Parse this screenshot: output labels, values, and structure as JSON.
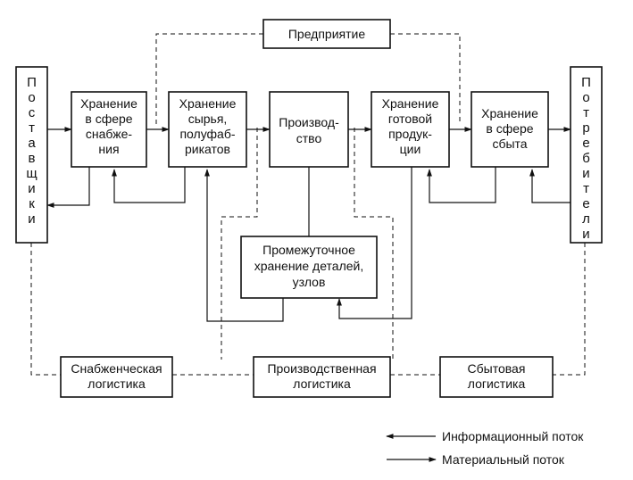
{
  "enterprise": "Предприятие",
  "suppliers": "Поставщики",
  "consumers": "Потребители",
  "storage_supply": [
    "Хранение",
    "в сфере",
    "снабже-",
    "ния"
  ],
  "storage_raw": [
    "Хранение",
    "сырья,",
    "полуфаб-",
    "рикатов"
  ],
  "production": [
    "Производ-",
    "ство"
  ],
  "storage_finished": [
    "Хранение",
    "готовой",
    "продук-",
    "ции"
  ],
  "storage_sales": [
    "Хранение",
    "в сфере",
    "сбыта"
  ],
  "intermediate": [
    "Промежуточное",
    "хранение деталей,",
    "узлов"
  ],
  "logistics_supply": [
    "Снабженческая",
    "логистика"
  ],
  "logistics_production": [
    "Производственная",
    "логистика"
  ],
  "logistics_sales": [
    "Сбытовая",
    "логистика"
  ],
  "legend": {
    "info_flow": "Информационный поток",
    "material_flow": "Материальный поток"
  }
}
